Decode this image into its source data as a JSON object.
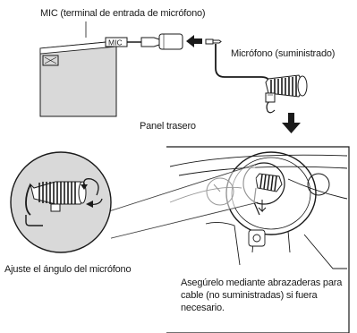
{
  "labels": {
    "mic_terminal": "MIC (terminal de entrada de micrófono)",
    "mic_jack_plate": "MIC",
    "microphone_supplied": "Micrófono (suministrado)",
    "rear_panel": "Panel trasero",
    "adjust_angle": "Ajuste el ángulo del micrófono",
    "secure_note": "Asegúrelo mediante abrazaderas para cable (no suministradas) si fuera necesario."
  },
  "colors": {
    "panel_fill": "#d9d9d9",
    "line": "#1a1a1a",
    "background": "#ffffff"
  },
  "icons": {
    "arrow_left": "arrow-left-icon",
    "arrow_down": "arrow-down-icon",
    "rotate": "rotate-icon"
  }
}
